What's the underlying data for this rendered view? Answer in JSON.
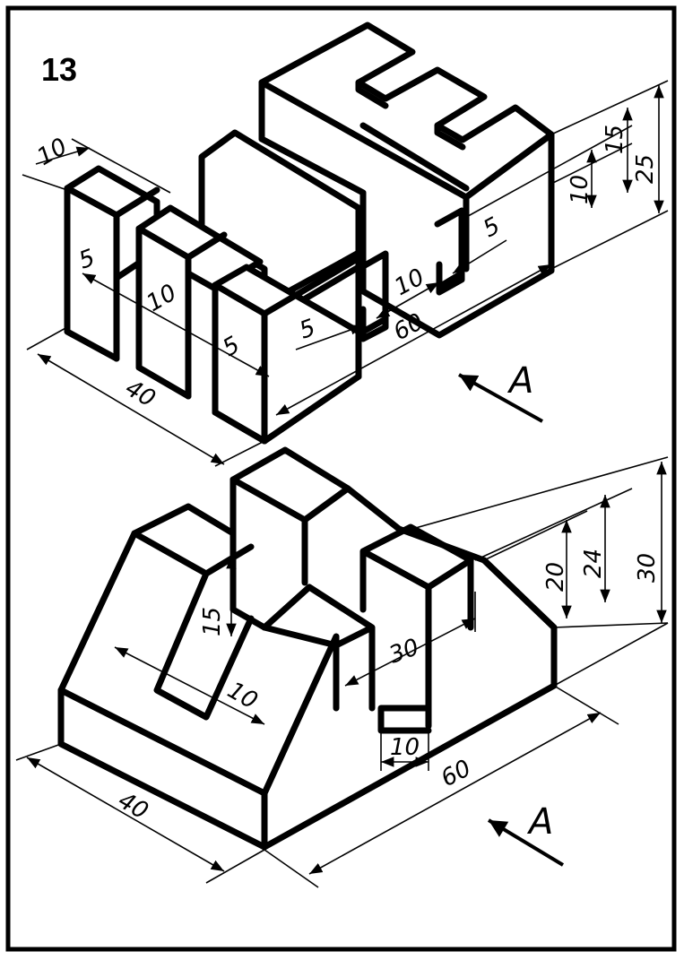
{
  "figure_number": "13",
  "top_part": {
    "dims": {
      "d10_top": "10",
      "d5_left": "5",
      "d10_mid": "10",
      "d5_right": "5",
      "d40": "40",
      "d5_slot": "5",
      "d60": "60",
      "d10_slot": "10",
      "d5_slot2": "5",
      "d10_height": "10",
      "d15_height": "15",
      "d25_height": "25"
    },
    "view_arrow": "A"
  },
  "bottom_part": {
    "dims": {
      "d15": "15",
      "d10_slope": "10",
      "d30_depth": "30",
      "d10_slot": "10",
      "d60": "60",
      "d40": "40",
      "d20": "20",
      "d24": "24",
      "d30_height": "30"
    },
    "view_arrow": "A"
  }
}
